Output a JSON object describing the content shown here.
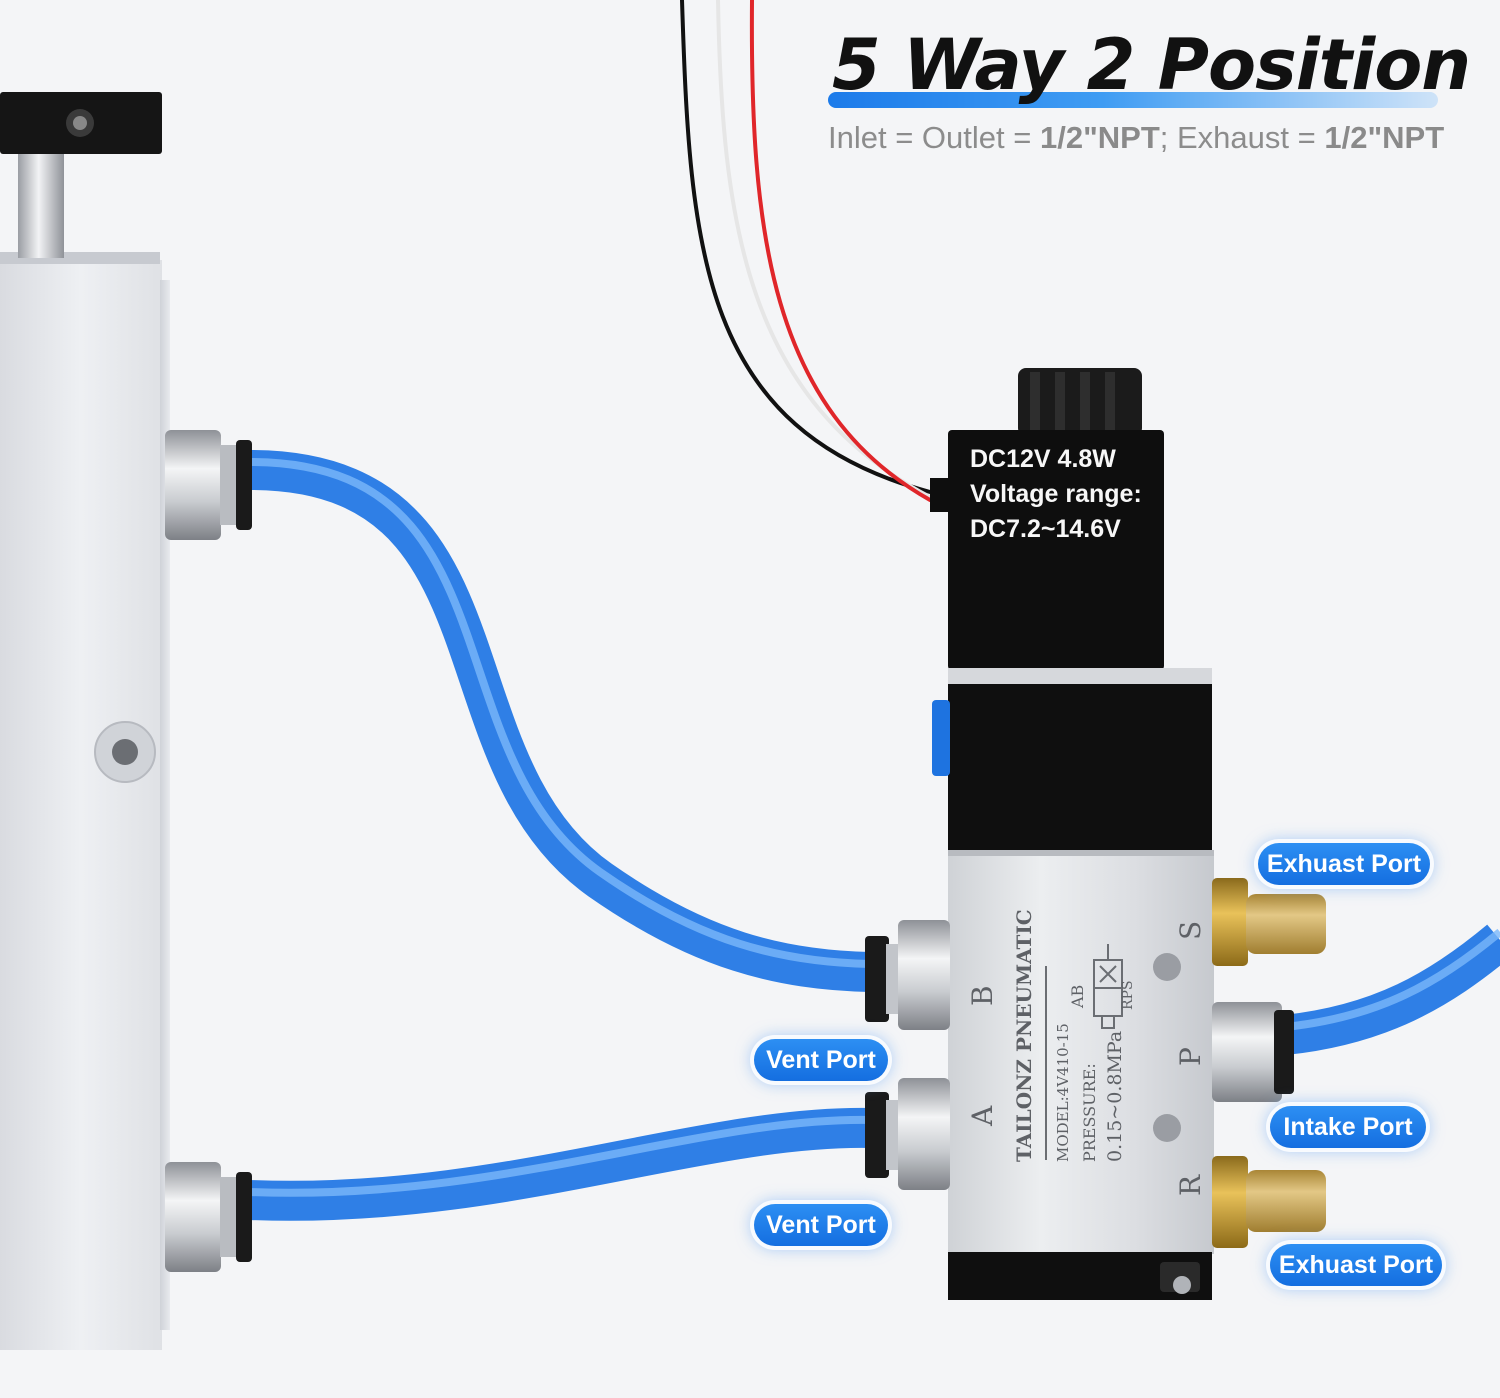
{
  "heading": {
    "title": "5 Way 2 Position",
    "spec": {
      "inlet_prefix": "Inlet = Outlet = ",
      "inlet_value": "1/2\"NPT",
      "separator": "; ",
      "exhaust_prefix": "Exhaust = ",
      "exhaust_value": "1/2\"NPT"
    }
  },
  "coil_label": {
    "line1": "DC12V 4.8W",
    "line2": "Voltage range:",
    "line3": "DC7.2~14.6V"
  },
  "valve_body": {
    "brand": "TAILONZ PNEUMATIC",
    "model": "MODEL:4V410-15",
    "pressure_label": "PRESSURE:",
    "pressure_value": "0.15~0.8MPa",
    "symbol_top": "AB",
    "symbol_bottom": "RPS",
    "port_letters": {
      "b": "B",
      "a": "A",
      "s": "S",
      "p": "P",
      "r": "R"
    }
  },
  "callouts": {
    "exhaust_top": "Exhuast Port",
    "intake": "Intake Port",
    "exhaust_bottom": "Exhuast Port",
    "vent_top": "Vent Port",
    "vent_bottom": "Vent Port"
  },
  "colors": {
    "accent": "#1c7bea",
    "tube": "#2f7fe6",
    "coil": "#0e0e0e",
    "muffler": "#c8a24a",
    "wire_red": "#e0262a",
    "wire_black": "#111111"
  }
}
